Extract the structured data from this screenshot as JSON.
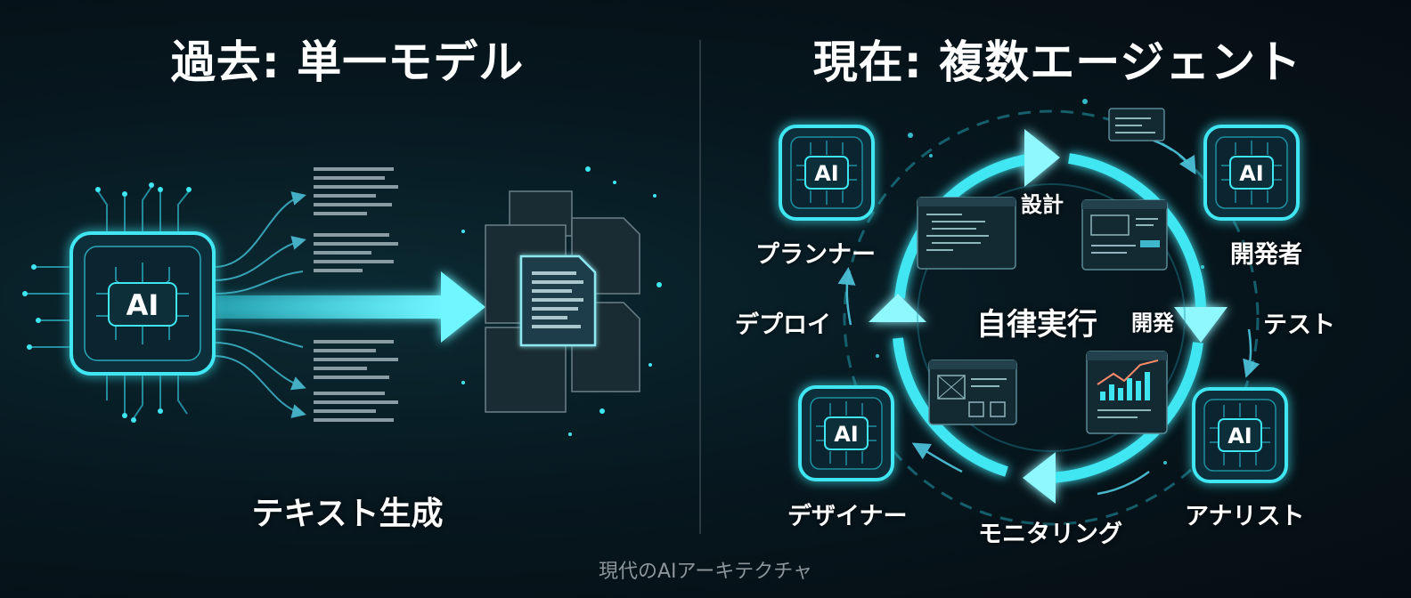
{
  "left_panel": {
    "title": "過去: 単一モデル",
    "chip_label": "AI",
    "caption": "テキスト生成"
  },
  "right_panel": {
    "title": "現在: 複数エージェント",
    "center_label": "自律実行",
    "agents": [
      {
        "chip_label": "AI",
        "name": "プランナー"
      },
      {
        "chip_label": "AI",
        "name": "開発者"
      },
      {
        "chip_label": "AI",
        "name": "アナリスト"
      },
      {
        "chip_label": "AI",
        "name": "デザイナー"
      }
    ],
    "stages": {
      "design": "設計",
      "develop": "開発",
      "test": "テスト",
      "monitoring": "モニタリング",
      "deploy": "デプロイ"
    }
  },
  "footer": "現代のAIアーキテクチャ",
  "colors": {
    "accent": "#3fe6f2",
    "accent_dim": "#1f8fa0",
    "chip_fill": "#0d2f3a"
  }
}
